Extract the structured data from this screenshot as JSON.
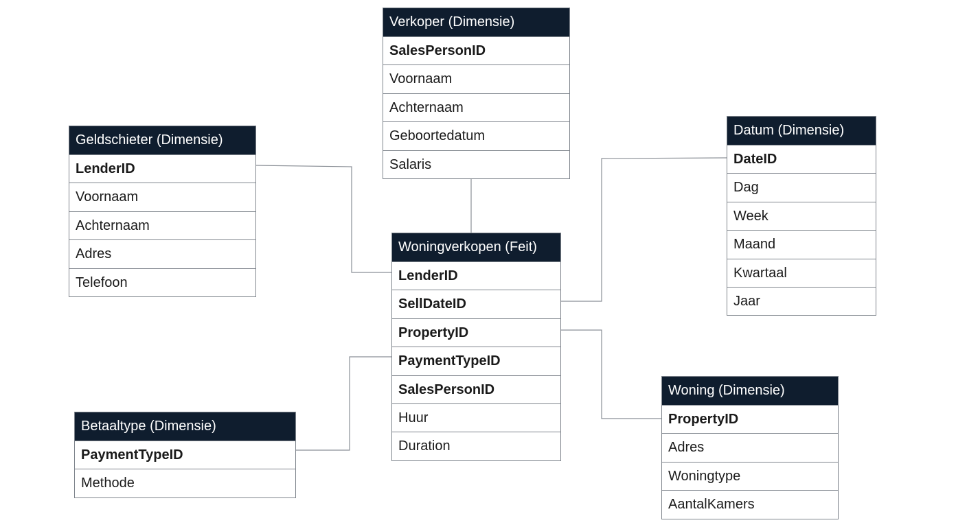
{
  "colors": {
    "header_bg": "#0f1d2e",
    "header_text": "#ffffff",
    "border": "#7d838b",
    "connector": "#8a8f96",
    "text": "#1a1a1a",
    "background": "#ffffff"
  },
  "entities": {
    "verkoper": {
      "title": "Verkoper (Dimensie)",
      "rows": [
        "SalesPersonID",
        "Voornaam",
        "Achternaam",
        "Geboortedatum",
        "Salaris"
      ]
    },
    "geldschieter": {
      "title": "Geldschieter (Dimensie)",
      "rows": [
        "LenderID",
        "Voornaam",
        "Achternaam",
        "Adres",
        "Telefoon"
      ]
    },
    "datum": {
      "title": "Datum (Dimensie)",
      "rows": [
        "DateID",
        "Dag",
        "Week",
        "Maand",
        "Kwartaal",
        "Jaar"
      ]
    },
    "feit": {
      "title": "Woningverkopen (Feit)",
      "rows": [
        "LenderID",
        "SellDateID",
        "PropertyID",
        "PaymentTypeID",
        "SalesPersonID",
        "Huur",
        "Duration"
      ]
    },
    "woning": {
      "title": "Woning (Dimensie)",
      "rows": [
        "PropertyID",
        "Adres",
        "Woningtype",
        "AantalKamers"
      ]
    },
    "betaaltype": {
      "title": "Betaaltype (Dimensie)",
      "rows": [
        "PaymentTypeID",
        "Methode"
      ]
    }
  }
}
